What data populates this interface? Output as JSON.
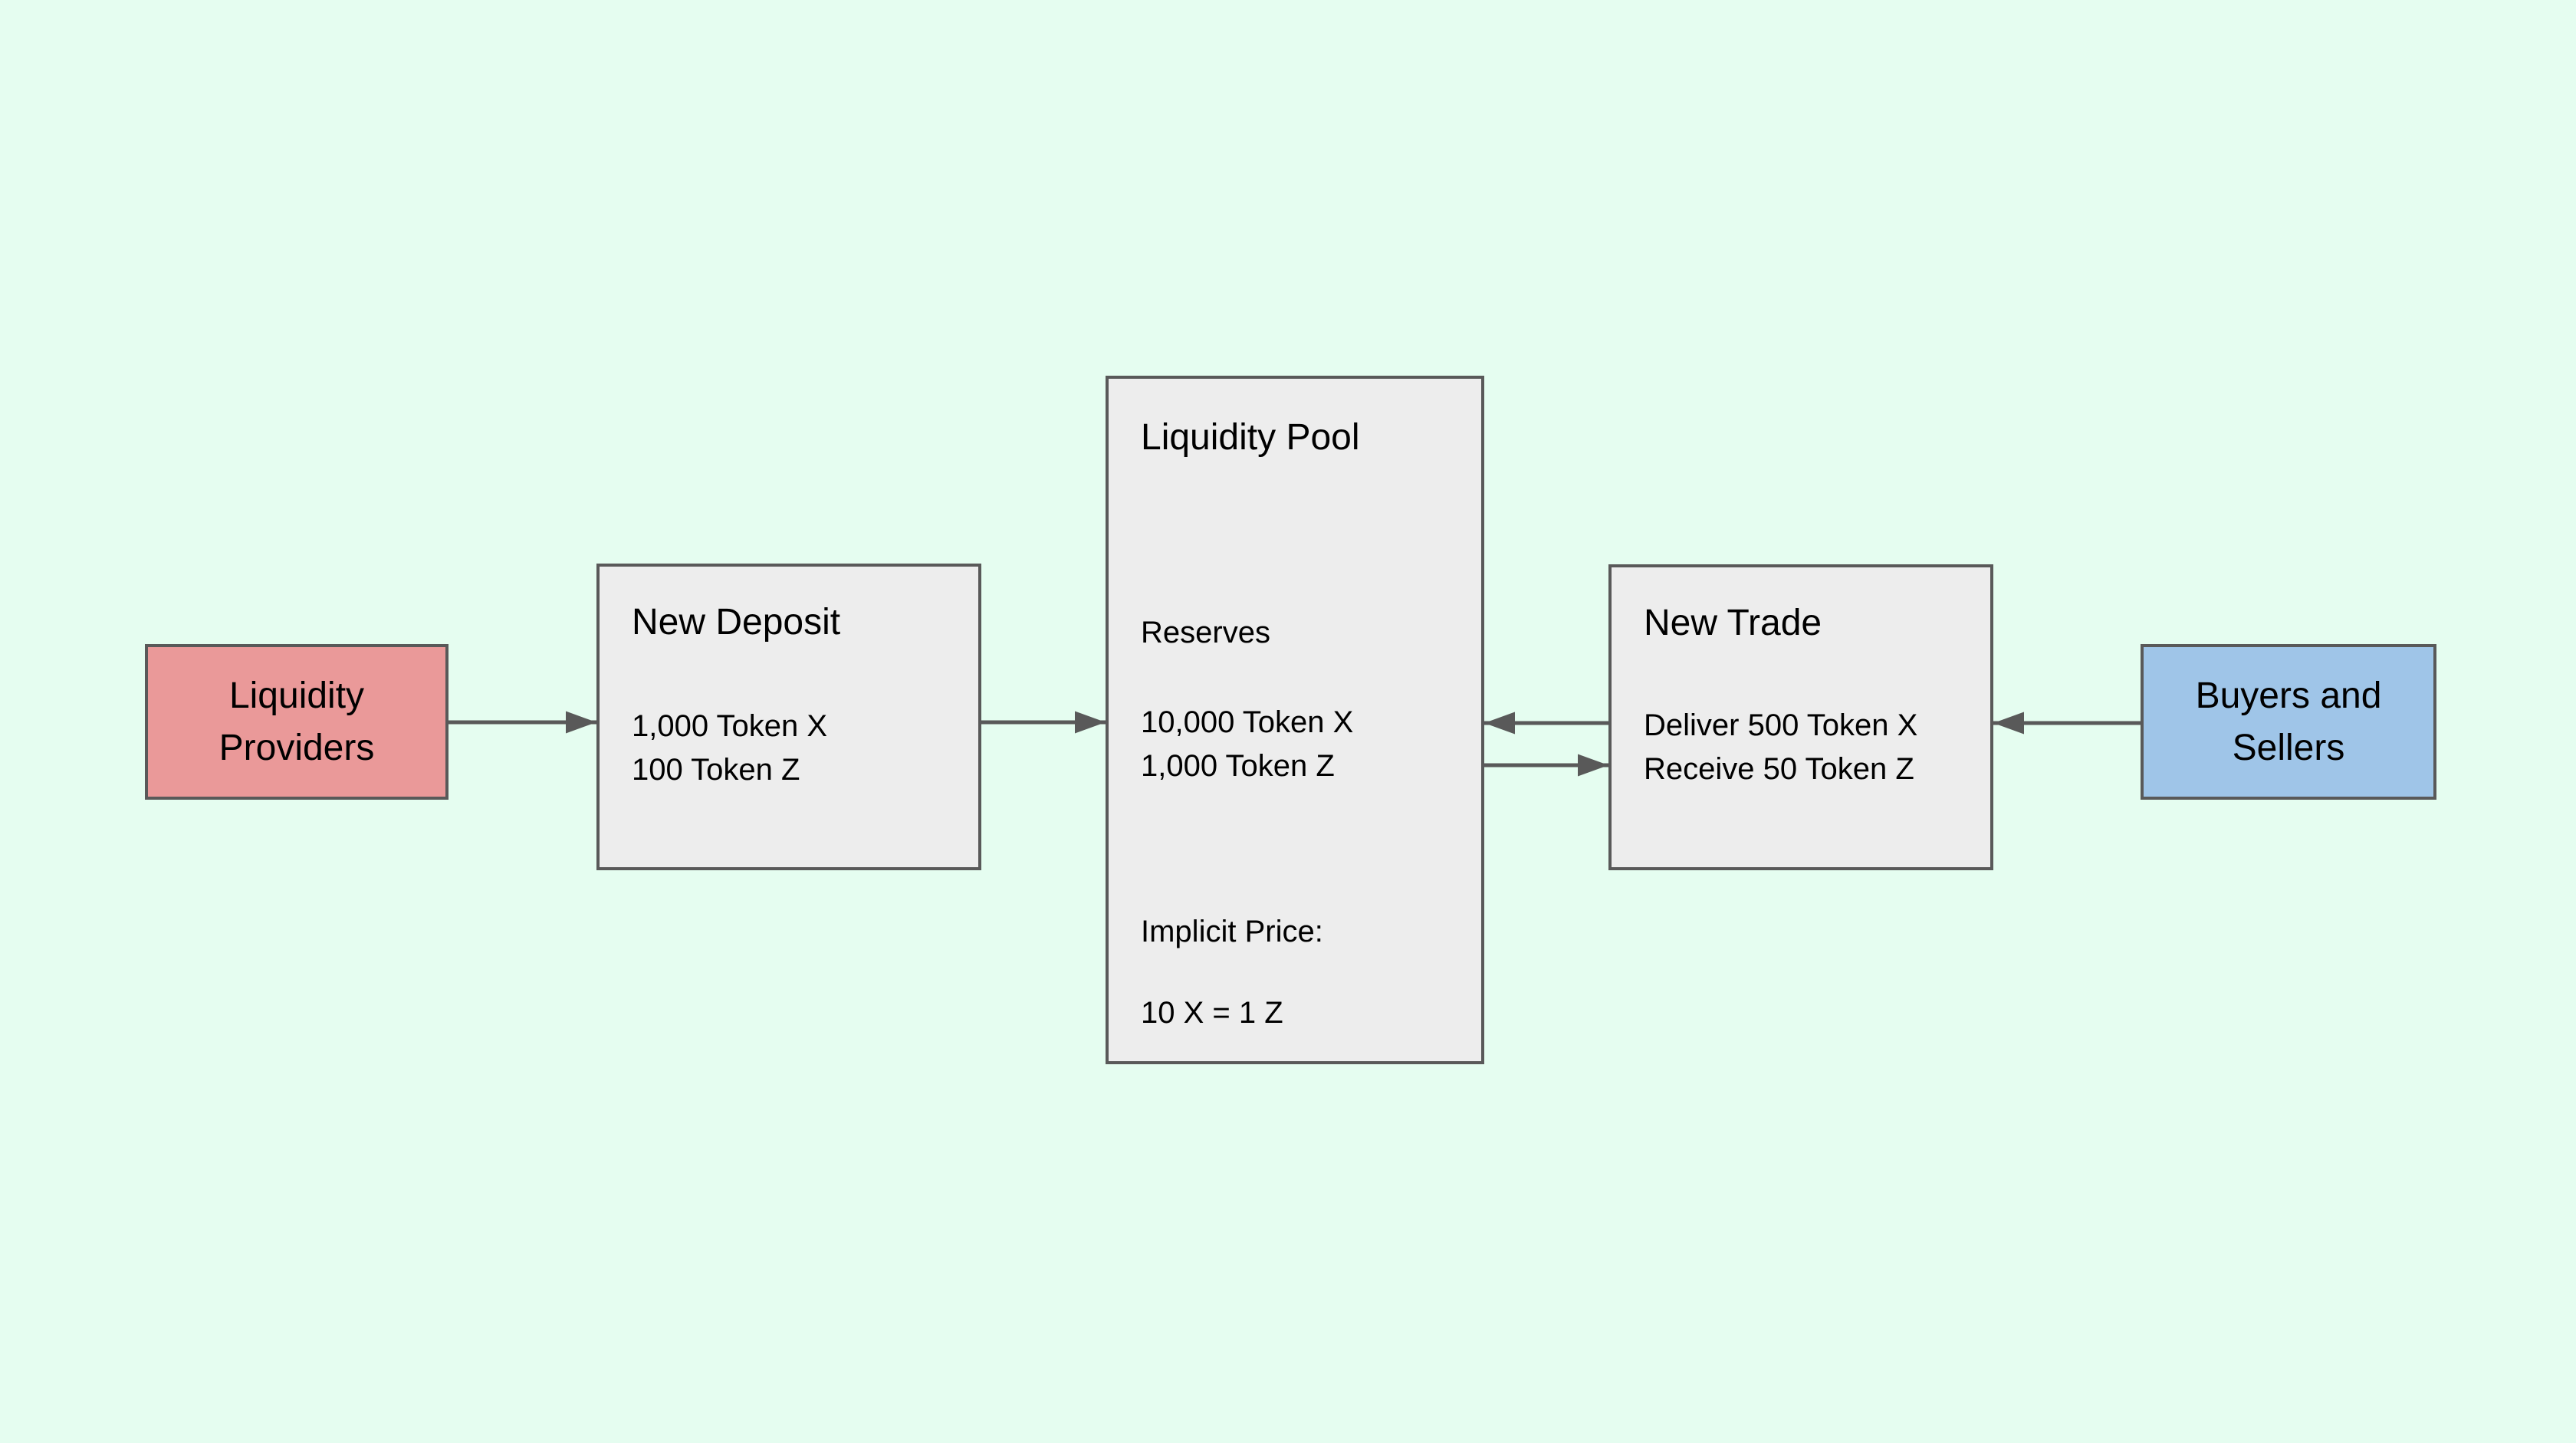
{
  "colors": {
    "background": "#e5fdf0",
    "border": "#595959",
    "box_gray": "#ededed",
    "box_pink": "#ea9999",
    "box_blue": "#9fc5e8",
    "text": "#000000"
  },
  "nodes": {
    "liquidity_providers": {
      "label": "Liquidity\nProviders"
    },
    "new_deposit": {
      "title": "New Deposit",
      "body": "1,000 Token X\n100 Token Z"
    },
    "liquidity_pool": {
      "title": "Liquidity Pool",
      "reserves_label": "Reserves",
      "reserves": "10,000 Token X\n1,000 Token Z",
      "price_label": "Implicit Price:",
      "price": "10 X = 1 Z"
    },
    "new_trade": {
      "title": "New Trade",
      "body": "Deliver 500 Token X\nReceive 50 Token Z"
    },
    "buyers_sellers": {
      "label": "Buyers and\nSellers"
    }
  },
  "edges": [
    {
      "from": "liquidity-providers",
      "to": "new-deposit",
      "direction": "right"
    },
    {
      "from": "new-deposit",
      "to": "liquidity-pool",
      "direction": "right"
    },
    {
      "from": "new-trade",
      "to": "liquidity-pool",
      "direction": "left"
    },
    {
      "from": "liquidity-pool",
      "to": "new-trade",
      "direction": "right"
    },
    {
      "from": "buyers-sellers",
      "to": "new-trade",
      "direction": "left"
    }
  ]
}
